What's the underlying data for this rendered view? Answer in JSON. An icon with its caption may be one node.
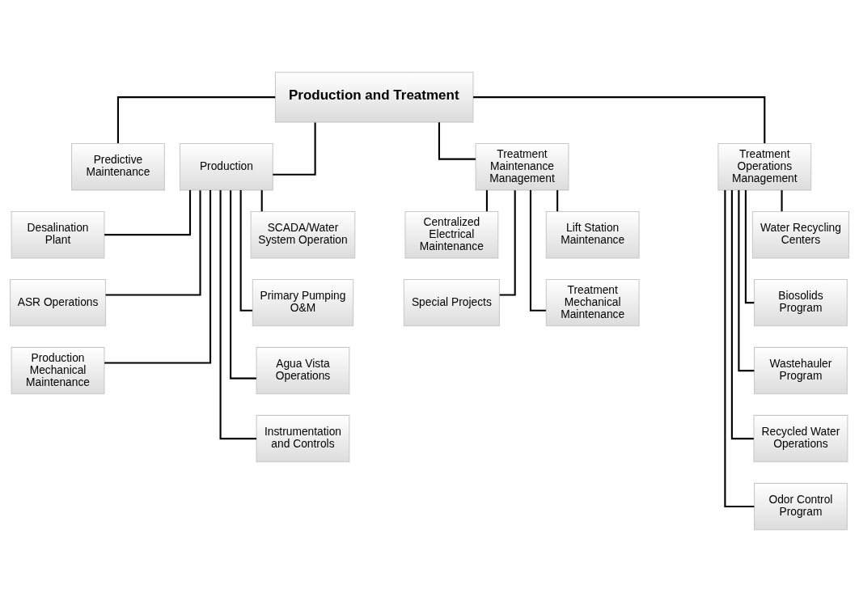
{
  "diagram": {
    "nodes": [
      {
        "text": [
          "Production and Treatment"
        ]
      },
      {
        "text": [
          "Predictive Maintenance"
        ]
      },
      {
        "text": [
          "Production"
        ]
      },
      {
        "text": [
          "Treatment Maintenance Management"
        ]
      },
      {
        "text": [
          "Treatment Operations Management"
        ]
      },
      {
        "text": [
          "SCADA/Water System Operation"
        ]
      },
      {
        "text": [
          "Desalination Plant"
        ]
      },
      {
        "text": [
          "Primary Pumping O&M"
        ]
      },
      {
        "text": [
          "ASR Operations"
        ]
      },
      {
        "text": [
          "Agua Vista Operations"
        ]
      },
      {
        "text": [
          "Production Mechanical Maintenance"
        ]
      },
      {
        "text": [
          "Instrumentation and Controls"
        ]
      },
      {
        "text": [
          "Centralized Electrical Maintenance"
        ]
      },
      {
        "text": [
          "Lift Station Maintenance"
        ]
      },
      {
        "text": [
          "Special Projects"
        ]
      },
      {
        "text": [
          "Treatment Mechanical Maintenance"
        ]
      },
      {
        "text": [
          "Water Recycling Centers"
        ]
      },
      {
        "text": [
          "Biosolids Program"
        ]
      },
      {
        "text": [
          "Wastehauler Program"
        ]
      },
      {
        "text": [
          "Recycled Water Operations"
        ]
      },
      {
        "text": [
          "Odor Control Program"
        ]
      }
    ],
    "edges": [
      {
        "from": 0,
        "to": 1,
        "arrow": "none"
      },
      {
        "from": 0,
        "to": 2,
        "arrow": "none"
      },
      {
        "from": 0,
        "to": 3,
        "arrow": "none"
      },
      {
        "from": 0,
        "to": 4,
        "arrow": "none"
      },
      {
        "from": 2,
        "to": 5,
        "arrow": "none"
      },
      {
        "from": 2,
        "to": 6,
        "arrow": "none"
      },
      {
        "from": 2,
        "to": 7,
        "arrow": "none"
      },
      {
        "from": 2,
        "to": 8,
        "arrow": "none"
      },
      {
        "from": 2,
        "to": 9,
        "arrow": "none"
      },
      {
        "from": 2,
        "to": 10,
        "arrow": "none"
      },
      {
        "from": 2,
        "to": 11,
        "arrow": "none"
      },
      {
        "from": 3,
        "to": 12,
        "arrow": "none"
      },
      {
        "from": 3,
        "to": 13,
        "arrow": "none"
      },
      {
        "from": 3,
        "to": 14,
        "arrow": "none"
      },
      {
        "from": 3,
        "to": 15,
        "arrow": "none"
      },
      {
        "from": 4,
        "to": 16,
        "arrow": "none"
      },
      {
        "from": 4,
        "to": 17,
        "arrow": "none"
      },
      {
        "from": 4,
        "to": 18,
        "arrow": "none"
      },
      {
        "from": 4,
        "to": 19,
        "arrow": "none"
      },
      {
        "from": 4,
        "to": 20,
        "arrow": "none"
      }
    ]
  }
}
